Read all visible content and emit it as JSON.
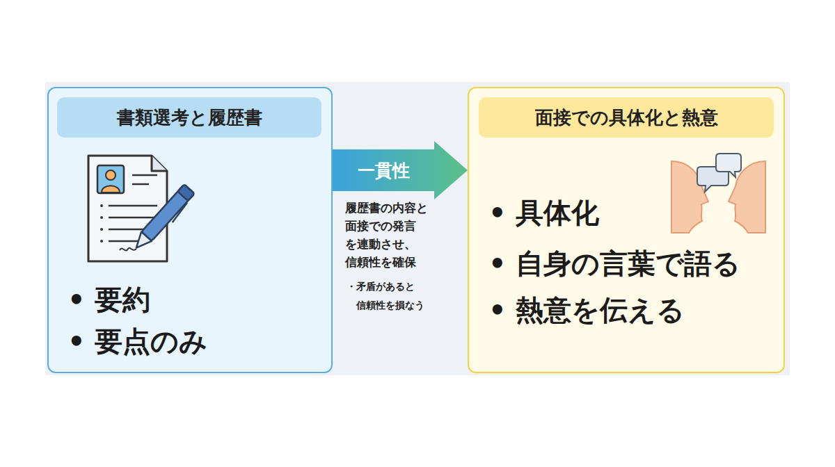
{
  "diagram": {
    "nodes": [
      {
        "text": [
          "• 要約",
          "• 要点のみ"
        ]
      },
      {
        "text": [
          "書類選考と履歴書"
        ],
        "in": 0
      },
      {
        "text": [
          "• 具体化",
          "• 自身の言葉で語る",
          "• 熱意を伝える"
        ]
      },
      {
        "text": [
          "面接での具体化と熱意"
        ],
        "in": 2
      }
    ],
    "edges": [
      {
        "from": 0,
        "to": 2,
        "arrow": "to",
        "label": "一貫性"
      }
    ],
    "labels": [
      "履歴書の内容と 面接での発言 を連動させ、 信頼性を確保",
      "・矛盾があると 信頼性を損なう"
    ]
  }
}
